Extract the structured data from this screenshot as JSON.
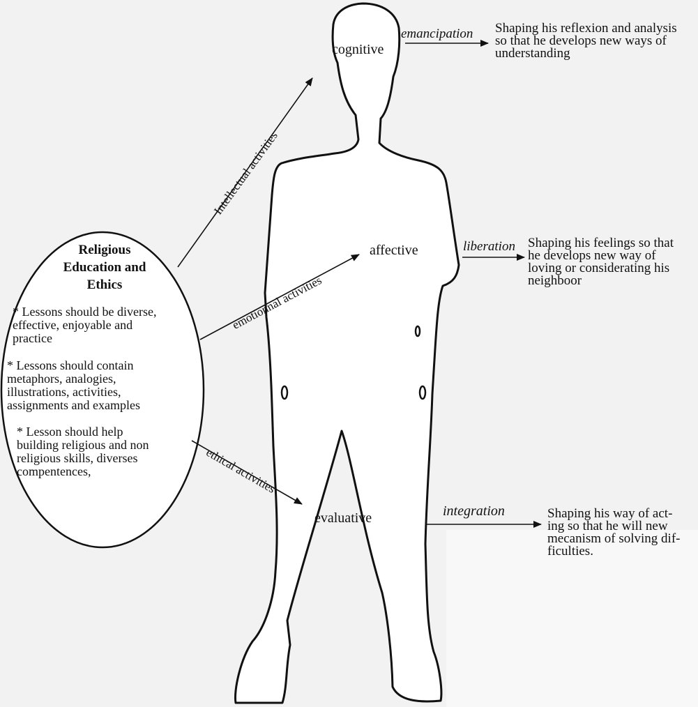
{
  "oval": {
    "title": "Religious\nEducation and\nEthics",
    "point1": "* Lessons should be diverse,\neffective, enjoyable and\npractice",
    "point2": "* Lessons should contain\nmetaphors, analogies,\nillustrations, activities,\nassignments and examples",
    "point3": "* Lesson should help\nbuilding religious and non\nreligious skills, diverses\ncompentences,"
  },
  "activities": {
    "intellectual": "Intellectual activities",
    "emotional": "emotionnal activities",
    "ethical": "ethical activities"
  },
  "domains": {
    "cognitive": "cognitive",
    "affective": "affective",
    "evaluative": "evaluative"
  },
  "processes": {
    "emancipation": "emancipation",
    "liberation": "liberation",
    "integration": "integration"
  },
  "outcomes": {
    "cognitive": "Shaping his reflexion and analysis\nso that he develops new ways of\nunderstanding",
    "affective": "Shaping his feelings so that\nhe develops new way of\nloving or considerating his\nneighboor",
    "evaluative": "Shaping his way of act-\ning so that he will new\nmecanism of solving dif-\nficulties."
  },
  "colors": {
    "background": "#f2f2f2",
    "ink": "#111111"
  }
}
